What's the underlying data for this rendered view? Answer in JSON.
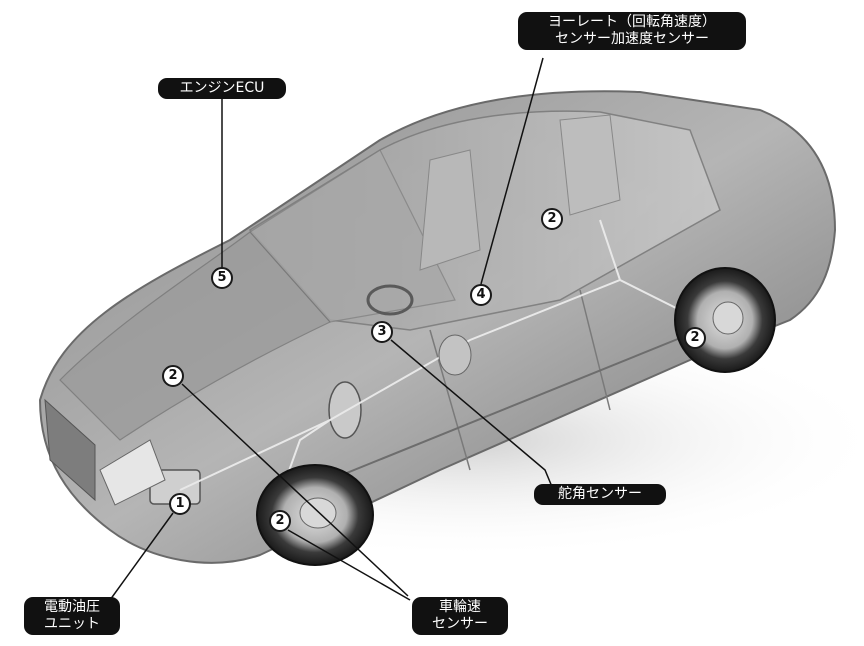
{
  "labels": {
    "yaw_sensor": {
      "line1": "ヨーレート（回転角速度）",
      "line2": "センサー加速度センサー"
    },
    "engine_ecu": {
      "text": "エンジンECU"
    },
    "steering_sensor": {
      "text": "舵角センサー"
    },
    "hydraulic_unit": {
      "line1": "電動油圧",
      "line2": "ユニット"
    },
    "wheel_speed_sensor": {
      "line1": "車輪速",
      "line2": "センサー"
    }
  },
  "markers": {
    "m1": "1",
    "m2a": "2",
    "m2b": "2",
    "m2c": "2",
    "m2d": "2",
    "m3": "3",
    "m4": "4",
    "m5": "5"
  },
  "colors": {
    "label_bg": "#111111",
    "label_text": "#ffffff",
    "car_body": "#9a9a9a"
  }
}
